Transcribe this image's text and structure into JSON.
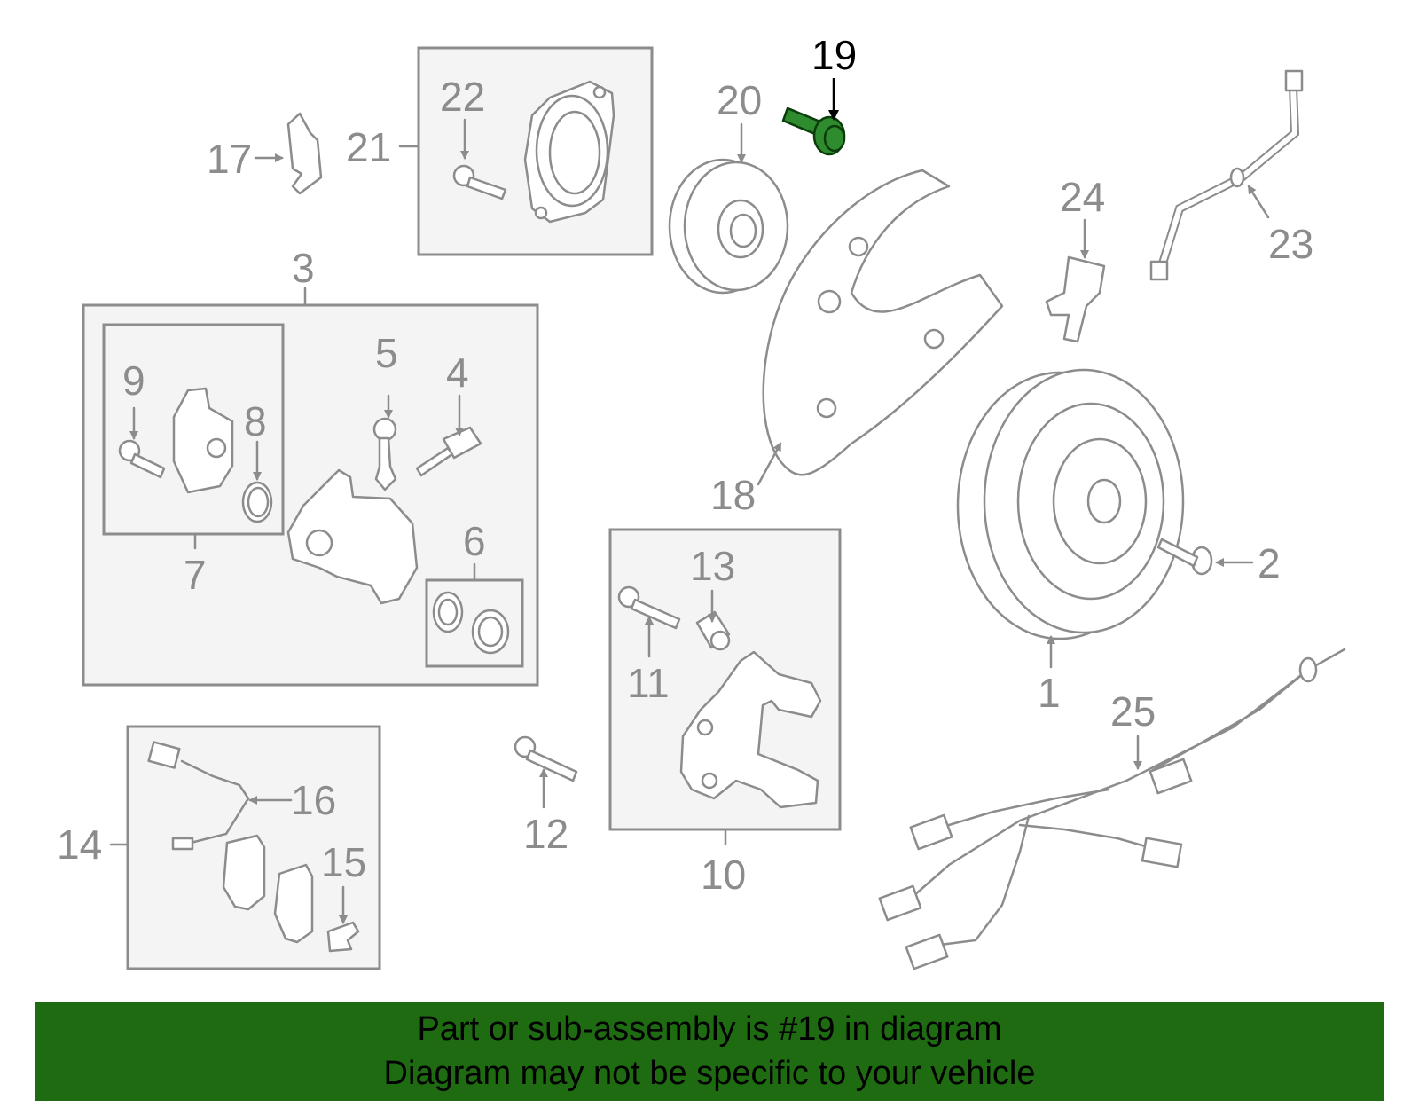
{
  "callouts": {
    "n1": "1",
    "n2": "2",
    "n3": "3",
    "n4": "4",
    "n5": "5",
    "n6": "6",
    "n7": "7",
    "n8": "8",
    "n9": "9",
    "n10": "10",
    "n11": "11",
    "n12": "12",
    "n13": "13",
    "n14": "14",
    "n15": "15",
    "n16": "16",
    "n17": "17",
    "n18": "18",
    "n19": "19",
    "n20": "20",
    "n21": "21",
    "n22": "22",
    "n23": "23",
    "n24": "24",
    "n25": "25"
  },
  "highlight": {
    "part_number": "19",
    "color": "#2e8b2e"
  },
  "banner": {
    "line1": "Part or sub-assembly is #19 in diagram",
    "line2": "Diagram may not be specific to your vehicle",
    "background": "#1e6b12"
  }
}
